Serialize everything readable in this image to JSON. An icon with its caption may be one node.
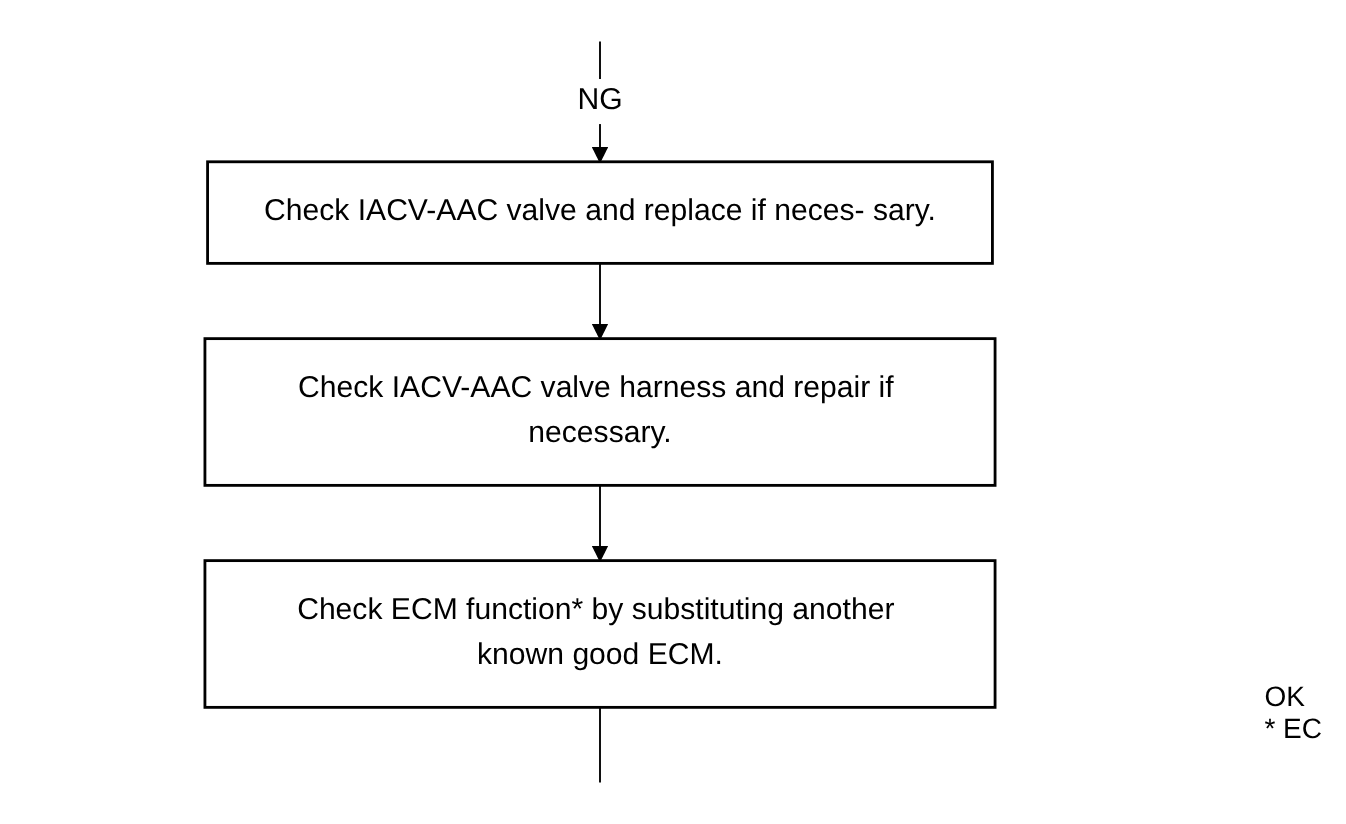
{
  "diagram": {
    "nodes": [
      {
        "text": [
          "Check IACV-AAC valve and replace if neces- sary."
        ]
      },
      {
        "text": [
          "Check IACV-AAC valve harness and repair if necessary."
        ]
      },
      {
        "text": [
          "Check ECM function* by substituting another known good ECM."
        ]
      }
    ],
    "edges": [
      {
        "from": null,
        "to": 0,
        "arrow": "to",
        "label": "NG"
      },
      {
        "from": 0,
        "to": 1,
        "arrow": "to"
      },
      {
        "from": 1,
        "to": 2,
        "arrow": "to"
      },
      {
        "from": 2,
        "to": null,
        "arrow": "none"
      }
    ],
    "labels": [
      "OK",
      "* EC"
    ]
  }
}
